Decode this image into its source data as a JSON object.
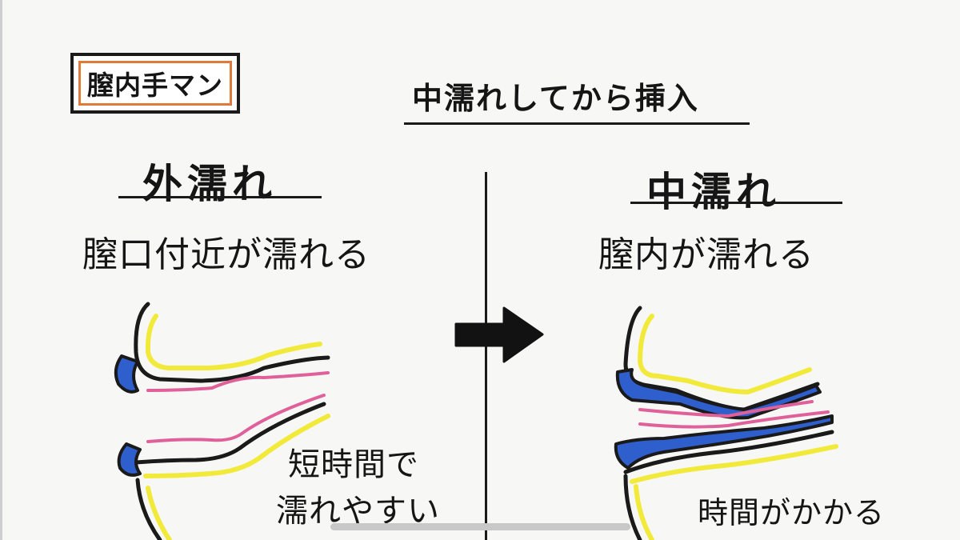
{
  "label_box": "膣内手マン",
  "main_title": "中濡れしてから挿入",
  "left": {
    "heading": "外濡れ",
    "subtitle": "膣口付近が濡れる",
    "note_line1": "短時間で",
    "note_line2": "濡れやすい"
  },
  "right": {
    "heading": "中濡れ",
    "subtitle": "膣内が濡れる",
    "note": "時間がかかる"
  },
  "colors": {
    "outline": "#1a1a1a",
    "tissue_yellow": "#f2ea3a",
    "wet_blue": "#2f5fcc",
    "mucosa_pink": "#e0609a",
    "frame_orange": "#e07a3a"
  },
  "icons": {
    "arrow": "right-arrow-icon"
  }
}
